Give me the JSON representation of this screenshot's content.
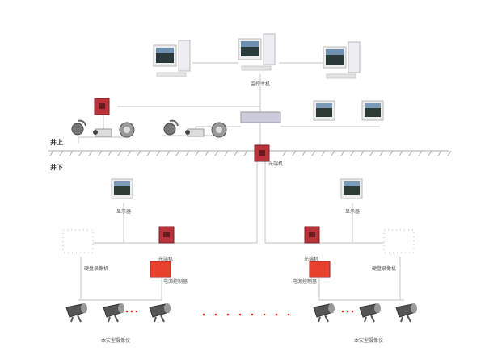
{
  "labels": {
    "host": "监控主机",
    "above_ground": "井上",
    "below_ground": "井下",
    "optical_terminal": "光端机",
    "monitor": "显示器",
    "dvr": "硬盘录像机",
    "power_controller": "电源控制器",
    "camera": "本安型摄像仪"
  },
  "colors": {
    "line": "#cfcfcf",
    "red_device": "#b8333a",
    "power_box": "#e8412e",
    "dots": "#e02020"
  }
}
